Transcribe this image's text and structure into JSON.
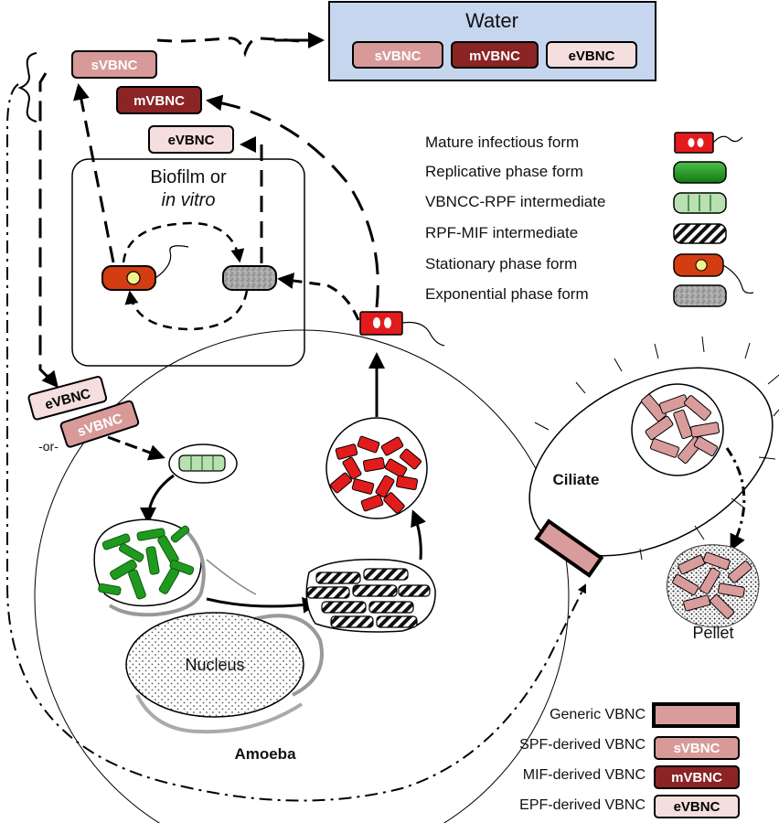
{
  "water": {
    "title": "Water",
    "tags": [
      "sVBNC",
      "mVBNC",
      "eVBNC"
    ]
  },
  "upper_left_tags": [
    "sVBNC",
    "mVBNC",
    "eVBNC"
  ],
  "biofilm": {
    "title_line1": "Biofilm or",
    "title_line2": "in vitro"
  },
  "amoeba_entry": {
    "tag_top": "eVBNC",
    "connector": "-or-",
    "tag_bottom": "sVBNC"
  },
  "labels": {
    "nucleus": "Nucleus",
    "amoeba": "Amoeba",
    "ciliate": "Ciliate",
    "pellet": "Pellet"
  },
  "legend_forms": [
    {
      "label": "Mature infectious form",
      "icon": "mature-infectious-icon"
    },
    {
      "label": "Replicative phase form",
      "icon": "replicative-icon"
    },
    {
      "label": "VBNCC-RPF intermediate",
      "icon": "vbncc-rpf-icon"
    },
    {
      "label": "RPF-MIF intermediate",
      "icon": "rpf-mif-icon"
    },
    {
      "label": "Stationary phase form",
      "icon": "stationary-icon"
    },
    {
      "label": "Exponential phase form",
      "icon": "exponential-icon"
    }
  ],
  "legend_vbnc": [
    {
      "label": "Generic VBNC",
      "tag": ""
    },
    {
      "label": "SPF-derived VBNC",
      "tag": "sVBNC"
    },
    {
      "label": "MIF-derived VBNC",
      "tag": "mVBNC"
    },
    {
      "label": "EPF-derived VBNC",
      "tag": "eVBNC"
    }
  ],
  "colors": {
    "water_bg": "#c5d6ee",
    "svbnc": "#d79a99",
    "mvbnc": "#8b2424",
    "evbnc": "#f5dede",
    "generic_vbnc": "#d99c9c",
    "mature_red": "#e21c1c",
    "replicative_green": "#1f9a1f",
    "vbncc_green": "#b9e0b2",
    "stationary_orange": "#d43c12",
    "stationary_dot": "#f5f090",
    "exponential_gray": "#a3a3a3"
  }
}
